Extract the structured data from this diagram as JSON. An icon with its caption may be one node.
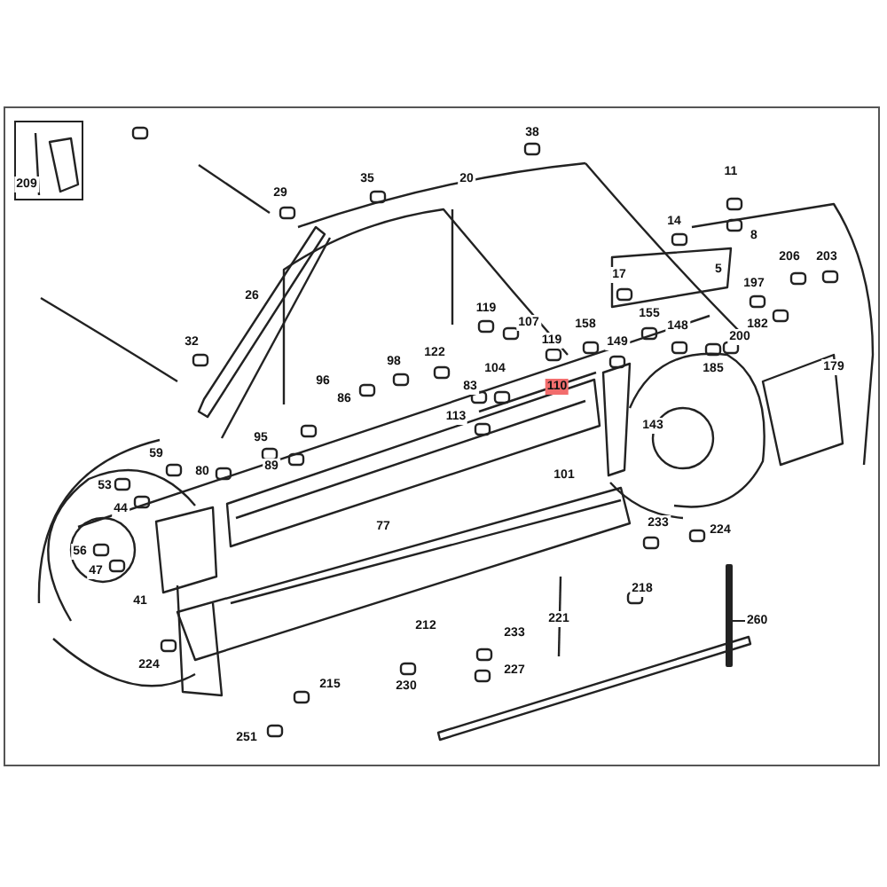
{
  "diagram": {
    "nodes": [
      {
        "text": [
          "260"
        ]
      },
      {
        "text": [],
        "shape": "bar"
      }
    ],
    "edges": [
      {
        "from": 0,
        "to": 1,
        "arrow": "none"
      }
    ],
    "labels": [
      "209",
      "38",
      "20",
      "35",
      "29",
      "11",
      "14",
      "8",
      "5",
      "26",
      "17",
      "206",
      "203",
      "197",
      "119",
      "107",
      "119",
      "158",
      "155",
      "148",
      "149",
      "182",
      "32",
      "200",
      "185",
      "179",
      "122",
      "104",
      "98",
      "110",
      "83",
      "113",
      "96",
      "95",
      "86",
      "143",
      "59",
      "80",
      "89",
      "53",
      "101",
      "44",
      "77",
      "233",
      "224",
      "56",
      "47",
      "41",
      "218",
      "212",
      "221",
      "233",
      "224",
      "227",
      "215",
      "230",
      "251"
    ]
  }
}
